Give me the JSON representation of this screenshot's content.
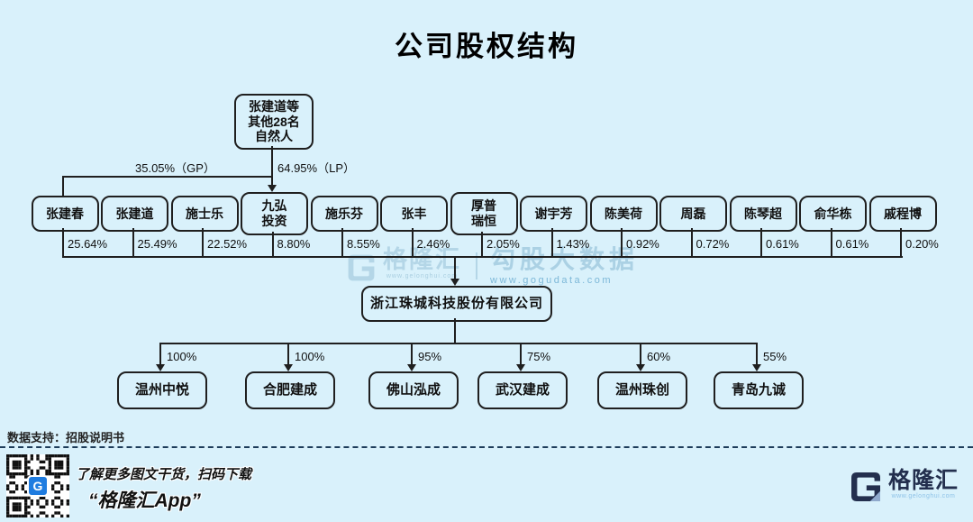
{
  "title": "公司股权结构",
  "chart": {
    "top_owner_lines": [
      "张建道等",
      "其他28名",
      "自然人"
    ],
    "gp_label": "35.05%（GP）",
    "lp_label": "64.95%（LP）",
    "shareholders": [
      {
        "name_lines": [
          "张建春"
        ],
        "pct": "25.64%"
      },
      {
        "name_lines": [
          "张建道"
        ],
        "pct": "25.49%"
      },
      {
        "name_lines": [
          "施士乐"
        ],
        "pct": "22.52%"
      },
      {
        "name_lines": [
          "九弘",
          "投资"
        ],
        "pct": "8.80%"
      },
      {
        "name_lines": [
          "施乐芬"
        ],
        "pct": "8.55%"
      },
      {
        "name_lines": [
          "张丰"
        ],
        "pct": "2.46%"
      },
      {
        "name_lines": [
          "厚普",
          "瑞恒"
        ],
        "pct": "2.05%"
      },
      {
        "name_lines": [
          "谢宇芳"
        ],
        "pct": "1.43%"
      },
      {
        "name_lines": [
          "陈美荷"
        ],
        "pct": "0.92%"
      },
      {
        "name_lines": [
          "周磊"
        ],
        "pct": "0.72%"
      },
      {
        "name_lines": [
          "陈琴超"
        ],
        "pct": "0.61%"
      },
      {
        "name_lines": [
          "俞华栋"
        ],
        "pct": "0.61%"
      },
      {
        "name_lines": [
          "戚程博"
        ],
        "pct": "0.20%"
      }
    ],
    "company": "浙江珠城科技股份有限公司",
    "subsidiaries": [
      {
        "name": "温州中悦",
        "pct": "100%"
      },
      {
        "name": "合肥建成",
        "pct": "100%"
      },
      {
        "name": "佛山泓成",
        "pct": "95%"
      },
      {
        "name": "武汉建成",
        "pct": "75%"
      },
      {
        "name": "温州珠创",
        "pct": "60%"
      },
      {
        "name": "青岛九诚",
        "pct": "55%"
      }
    ]
  },
  "watermark": {
    "brand": "格隆汇",
    "brand_url": "www.gelonghui.com",
    "partner": "勾股大数据",
    "partner_url": "www.gogudata.com"
  },
  "source_note": "数据支持：招股说明书",
  "footer": {
    "qr_hint_line1": "了解更多图文干货，扫码下载",
    "qr_hint_line2": "“格隆汇App”",
    "logo_text": "格隆汇",
    "logo_url": "www.gelonghui.com"
  },
  "colors": {
    "background": "#d9f1fb",
    "line": "#1f1f1f",
    "watermark_blue": "#abd1e4",
    "watermark_url_blue": "#7db8d8",
    "footer_navy": "#232f4e",
    "qr_logo_blue": "#1f7ce0",
    "divider_navy": "#1d3c5a"
  }
}
